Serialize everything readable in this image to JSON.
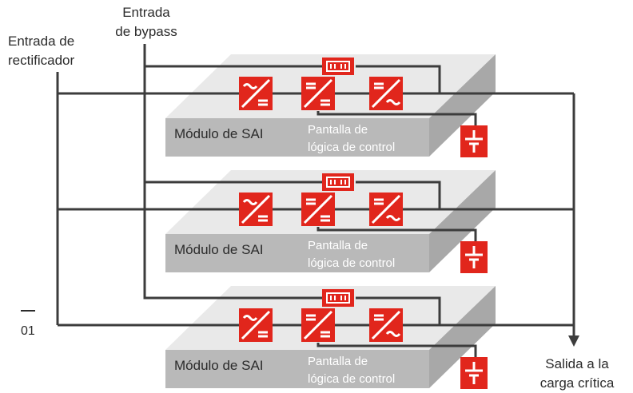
{
  "labels": {
    "bypass_input_line1": "Entrada",
    "bypass_input_line2": "de bypass",
    "rectifier_input_line1": "Entrada de",
    "rectifier_input_line2": "rectificador",
    "output_line1": "Salida a la",
    "output_line2": "carga crítica",
    "figure_number": "01"
  },
  "modules": [
    {
      "module_label": "Módulo de SAI",
      "logic_label_line1": "Pantalla de",
      "logic_label_line2": "lógica de control"
    },
    {
      "module_label": "Módulo de SAI",
      "logic_label_line1": "Pantalla de",
      "logic_label_line2": "lógica de control"
    },
    {
      "module_label": "Módulo de SAI",
      "logic_label_line1": "Pantalla de",
      "logic_label_line2": "lógica de control"
    }
  ],
  "colors": {
    "accent_red": "#e1261c",
    "line": "#3c3c3c",
    "box_top": "#e9e9e9",
    "box_front": "#b9b9b9",
    "box_side": "#a8a8a8",
    "text": "#2b2b2b"
  },
  "icons": [
    "static-switch-icon",
    "rectifier-icon",
    "dc-dc-converter-icon",
    "inverter-icon",
    "battery-icon"
  ]
}
